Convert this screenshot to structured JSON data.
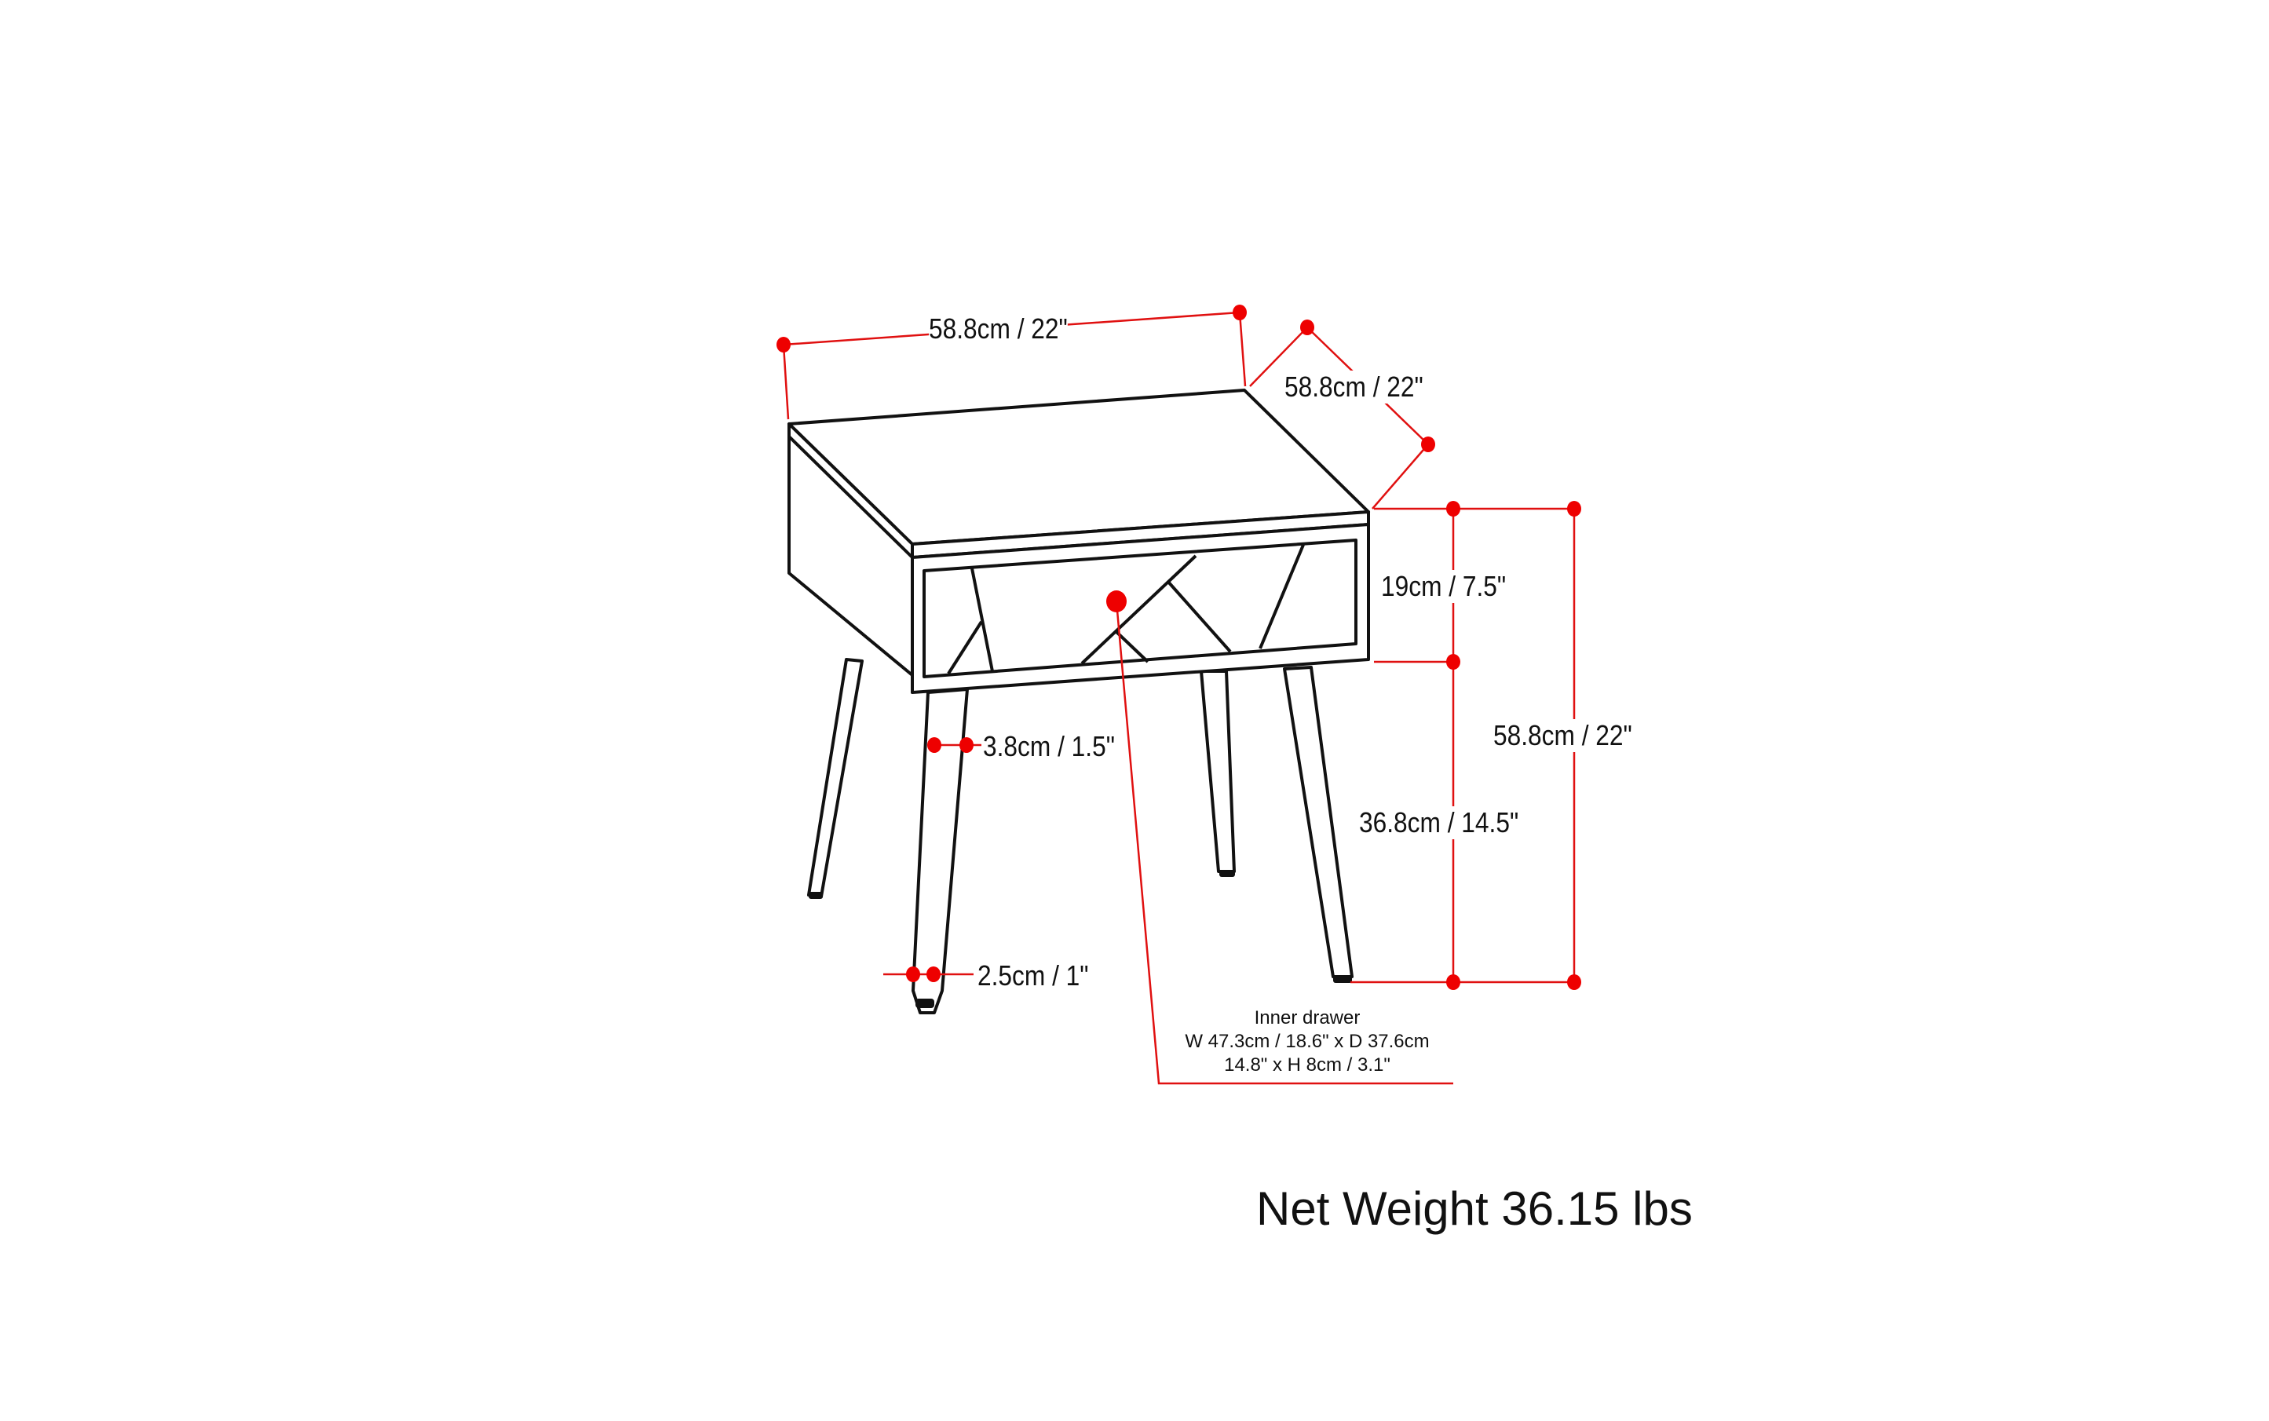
{
  "diagram": {
    "type": "product-dimension-drawing",
    "subject": "End table with drawer and angled legs",
    "colors": {
      "dimension_line": "#e01010",
      "dimension_dot": "#ee0000",
      "outline": "#111111",
      "background": "#ffffff"
    },
    "dimensions": {
      "width": "58.8cm / 22\"",
      "depth": "58.8cm / 22\"",
      "drawer_height": "19cm / 7.5\"",
      "total_height": "58.8cm / 22\"",
      "leg_height": "36.8cm / 14.5\"",
      "leg_top_width": "3.8cm / 1.5\"",
      "leg_bottom_width": "2.5cm / 1\""
    },
    "inner_drawer": {
      "title": "Inner drawer",
      "line1": "W 47.3cm / 18.6\" x D 37.6cm",
      "line2": "14.8\" x H 8cm / 3.1\""
    },
    "net_weight": "Net Weight 36.15 lbs"
  }
}
